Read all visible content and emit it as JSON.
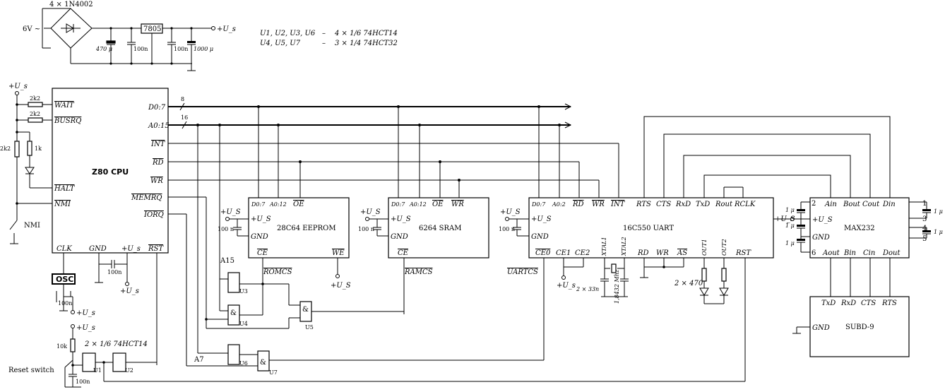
{
  "power_supply": {
    "rectifier": "4 × 1N4002",
    "ac_input": "6V ~",
    "regulator": "7805",
    "capacitors": [
      "470 μ",
      "100n",
      "100n",
      "1000 μ"
    ],
    "output": "+U_s"
  },
  "ic_legend": [
    {
      "parts": "U1, U2, U3, U6",
      "dash": "–",
      "value": "4 × 1/6 74HCT14"
    },
    {
      "parts": "U4, U5, U7",
      "dash": "–",
      "value": "3 × 1/4 74HCT32"
    }
  ],
  "cpu": {
    "title": "Z80 CPU",
    "pins_left": [
      "WAIT",
      "BUSRQ",
      "HALT",
      "NMI"
    ],
    "pins_right": [
      "D0:7",
      "A0:15",
      "INT",
      "RD",
      "WR",
      "MEMRQ",
      "IORQ"
    ],
    "pins_bottom": [
      "CLK",
      "GND",
      "+U_s",
      "RST"
    ],
    "resistors": [
      "2k2",
      "2k2",
      "2k2",
      "1k"
    ],
    "nmi_label": "NMI",
    "supply": "+U_s"
  },
  "bus_widths": {
    "data": "8",
    "address": "16"
  },
  "osc": {
    "label": "OSC",
    "cap": "100n",
    "supply": "+U_s",
    "gnd_cap": "100n"
  },
  "reset": {
    "label": "Reset switch",
    "resistor": "10k",
    "cap": "100n",
    "inverters": "2 × 1/6 74HCT14",
    "supply": "+U_s"
  },
  "eeprom": {
    "title": "28C64 EEPROM",
    "pins_top": [
      "D0:7",
      "A0:12",
      "OE"
    ],
    "pins_left": [
      "+U_S",
      "GND"
    ],
    "pins_bottom": [
      "CE",
      "WE"
    ],
    "cap": "100 n",
    "supply": "+U_S",
    "select": "ROMCS",
    "we_supply": "+U_S"
  },
  "sram": {
    "title": "6264 SRAM",
    "pins_top": [
      "D0:7",
      "A0:12",
      "OE",
      "WR"
    ],
    "pins_left": [
      "+U_S",
      "GND"
    ],
    "pins_bottom": [
      "CE"
    ],
    "cap": "100 n",
    "supply": "+U_S",
    "select": "RAMCS"
  },
  "uart": {
    "title": "16C550 UART",
    "pins_top": [
      "D0:7",
      "A0:2",
      "RD",
      "WR",
      "INT",
      "RTS",
      "CTS",
      "RxD",
      "TxD",
      "Rout",
      "RCLK"
    ],
    "pins_left": [
      "+U_S",
      "GND"
    ],
    "pins_bottom": [
      "CE0",
      "CE1",
      "CE2",
      "XTAL1",
      "XTAL2",
      "RD",
      "WR",
      "AS",
      "OUT1",
      "OUT2",
      "RST"
    ],
    "cap": "100 n",
    "supply": "+U_S",
    "select": "UARTCS",
    "xtal_caps": "2 × 33n",
    "xtal_freq": "1,8432 Mhz",
    "led_res": "2 × 470",
    "ce_supply": "+U_s"
  },
  "max232": {
    "title": "MAX232",
    "pins_top": [
      "Ain",
      "Bout",
      "Cout",
      "Din"
    ],
    "pins_bottom": [
      "Aout",
      "Bin",
      "Cin",
      "Dout"
    ],
    "pins_left": [
      "+U_S",
      "GND"
    ],
    "pin_numbers": [
      "2",
      "6",
      "1",
      "3",
      "4",
      "5"
    ],
    "caps": [
      "1 μ",
      "1 μ",
      "1 μ",
      "1 μ",
      "1 μ"
    ],
    "supply": "+U_S"
  },
  "subd": {
    "title": "SUBD-9",
    "pins_top": [
      "TxD",
      "RxD",
      "CTS",
      "RTS"
    ],
    "pins_left": [
      "GND"
    ]
  },
  "gates": {
    "u3": "U3",
    "u4": "U4",
    "u5": "U5",
    "u6": "U6",
    "u7": "U7",
    "u1": "U1",
    "u2": "U2",
    "or_symbol": "&",
    "a15": "A15",
    "a7": "A7"
  }
}
